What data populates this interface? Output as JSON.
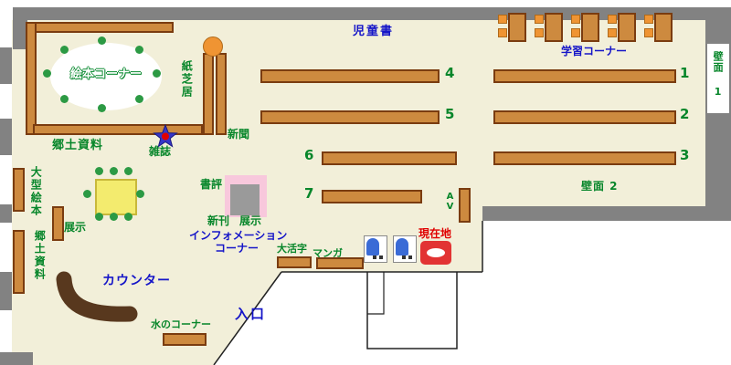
{
  "title": "library-floor-map",
  "colors": {
    "floor": "#f2efd9",
    "wall": "#828282",
    "shelf": "#cd8a3f",
    "shelf_border": "#7a3c10",
    "accent_green": "#07862a",
    "accent_blue": "#1515c8",
    "accent_red": "#e00000",
    "chair_orange": "#ef9433",
    "table_yellow": "#f3eb6e",
    "counter_brown": "#58381e",
    "exhibit_pink": "#f8c8dc",
    "star_blue": "#3535c8"
  },
  "areas": {
    "children_books": {
      "label": "児童書"
    },
    "study_corner": {
      "label": "学習コーナー"
    },
    "picture_book_corner": {
      "label": "絵本コーナー"
    },
    "kamishibai": {
      "label": "紙芝居"
    },
    "newspaper": {
      "label": "新聞"
    },
    "magazine": {
      "label": "雑誌"
    },
    "local_materials_upper": {
      "label": "郷土資料"
    },
    "large_picture_books": {
      "label": "大型絵本"
    },
    "exhibit_left": {
      "label": "展示"
    },
    "local_materials_lower": {
      "label": "郷土資料"
    },
    "book_review": {
      "label": "書評"
    },
    "new_arrivals": {
      "label": "新刊"
    },
    "exhibit_center": {
      "label": "展示"
    },
    "information": {
      "line1": "インフォメーション",
      "line2": "コーナー"
    },
    "large_print": {
      "label": "大活字"
    },
    "manga": {
      "label": "マンガ"
    },
    "current_location": {
      "label": "現在地"
    },
    "counter": {
      "label": "カウンター"
    },
    "water_corner": {
      "label": "水のコーナー"
    },
    "entrance": {
      "label": "入口"
    },
    "av": {
      "label": "AV"
    },
    "wall_face_1": {
      "label": "壁面 1"
    },
    "wall_face_2": {
      "label": "壁面 2"
    }
  },
  "shelf_numbers": {
    "n1": "1",
    "n2": "2",
    "n3": "3",
    "n4": "4",
    "n5": "5",
    "n6": "6",
    "n7": "7"
  }
}
